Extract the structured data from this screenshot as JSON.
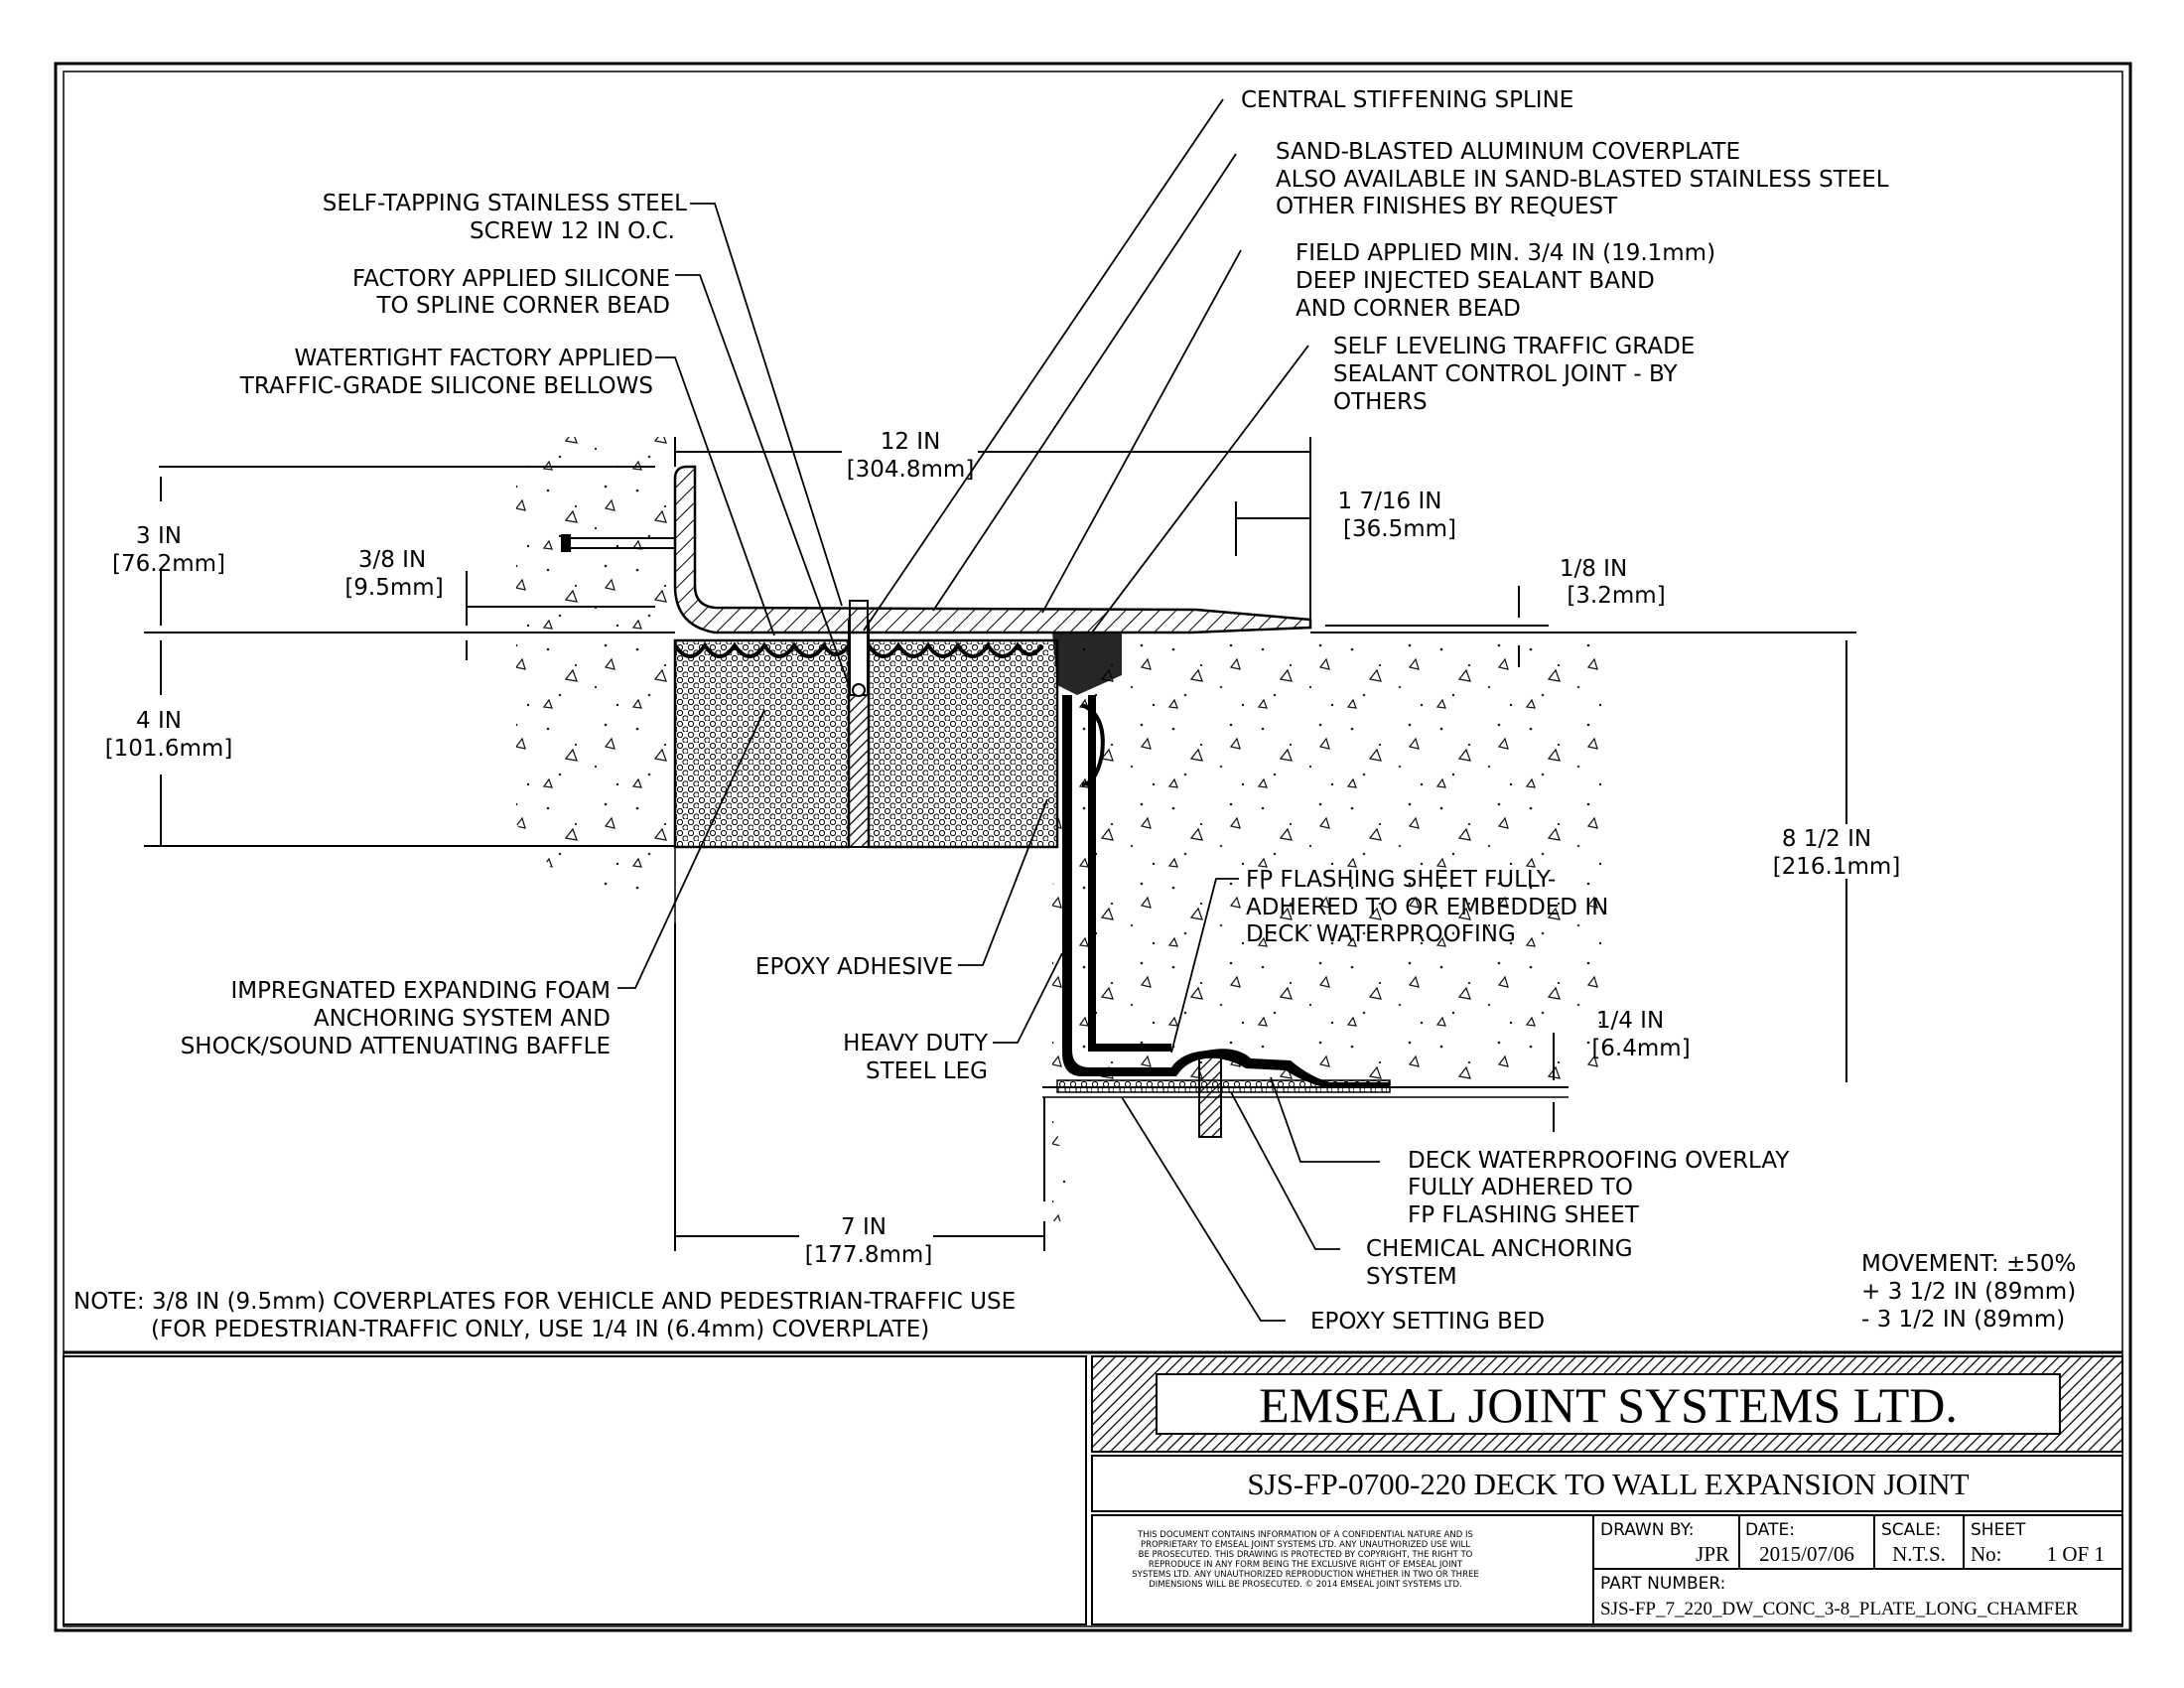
{
  "labels": {
    "central_spline": "CENTRAL STIFFENING SPLINE",
    "coverplate": [
      "SAND-BLASTED ALUMINUM COVERPLATE",
      "ALSO AVAILABLE IN SAND-BLASTED STAINLESS STEEL",
      "OTHER FINISHES BY REQUEST"
    ],
    "field_sealant": [
      "FIELD APPLIED MIN. 3/4 IN (19.1mm)",
      "DEEP INJECTED SEALANT BAND",
      "AND CORNER BEAD"
    ],
    "self_leveling": [
      "SELF LEVELING TRAFFIC GRADE",
      "SEALANT CONTROL JOINT - BY",
      "OTHERS"
    ],
    "screw": [
      "SELF-TAPPING STAINLESS STEEL",
      "SCREW 12 IN O.C."
    ],
    "silicone": [
      "FACTORY APPLIED SILICONE",
      "TO SPLINE CORNER BEAD"
    ],
    "bellows": [
      "WATERTIGHT FACTORY APPLIED",
      "TRAFFIC-GRADE SILICONE BELLOWS"
    ],
    "foam": [
      "IMPREGNATED EXPANDING FOAM",
      "ANCHORING SYSTEM AND",
      "SHOCK/SOUND ATTENUATING BAFFLE"
    ],
    "epoxy_adhesive": "EPOXY ADHESIVE",
    "steel_leg": [
      "HEAVY DUTY",
      "STEEL LEG"
    ],
    "fp_flashing": [
      "FP FLASHING SHEET FULLY-",
      "ADHERED TO OR EMBEDDED IN",
      "DECK WATERPROOFING"
    ],
    "deck_overlay": [
      "DECK WATERPROOFING OVERLAY",
      "FULLY ADHERED TO",
      "FP FLASHING SHEET"
    ],
    "chem_anchor": [
      "CHEMICAL ANCHORING",
      "SYSTEM"
    ],
    "epoxy_bed": "EPOXY SETTING BED"
  },
  "dimensions": {
    "d12": [
      "12 IN",
      "[304.8mm]"
    ],
    "d1716": [
      "1 7/16 IN",
      "[36.5mm]"
    ],
    "d18": [
      "1/8 IN",
      "[3.2mm]"
    ],
    "d3": [
      "3 IN",
      "[76.2mm]"
    ],
    "d38": [
      "3/8 IN",
      "[9.5mm]"
    ],
    "d4": [
      "4 IN",
      "[101.6mm]"
    ],
    "d812": [
      "8 1/2 IN",
      "[216.1mm]"
    ],
    "d14": [
      "1/4 IN",
      "[6.4mm]"
    ],
    "d7": [
      "7 IN",
      "[177.8mm]"
    ]
  },
  "note": [
    "NOTE: 3/8 IN (9.5mm) COVERPLATES FOR VEHICLE AND PEDESTRIAN-TRAFFIC USE",
    "(FOR PEDESTRIAN-TRAFFIC ONLY, USE 1/4 IN (6.4mm) COVERPLATE)"
  ],
  "movement": [
    "MOVEMENT: ±50%",
    "+ 3 1/2 IN (89mm)",
    "- 3 1/2 IN (89mm)"
  ],
  "title_block": {
    "company": "EMSEAL JOINT SYSTEMS LTD.",
    "title": "SJS-FP-0700-220 DECK TO WALL EXPANSION JOINT",
    "confidential": [
      "THIS DOCUMENT CONTAINS INFORMATION OF A CONFIDENTIAL NATURE AND IS",
      "PROPRIETARY TO EMSEAL JOINT SYSTEMS LTD. ANY UNAUTHORIZED USE WILL",
      "BE PROSECUTED. THIS DRAWING IS PROTECTED BY COPYRIGHT, THE RIGHT TO",
      "REPRODUCE IN ANY FORM BEING THE EXCLUSIVE RIGHT OF EMSEAL JOINT",
      "SYSTEMS LTD. ANY UNAUTHORIZED REPRODUCTION WHETHER IN TWO OR THREE",
      "DIMENSIONS WILL BE PROSECUTED. © 2014 EMSEAL JOINT SYSTEMS LTD."
    ],
    "drawn_by_label": "DRAWN BY:",
    "drawn_by": "JPR",
    "date_label": "DATE:",
    "date": "2015/07/06",
    "scale_label": "SCALE:",
    "scale": "N.T.S.",
    "sheet_label": "SHEET",
    "sheet_no_label": "No:",
    "sheet": "1 OF 1",
    "part_label": "PART NUMBER:",
    "part": "SJS-FP_7_220_DW_CONC_3-8_PLATE_LONG_CHAMFER"
  }
}
